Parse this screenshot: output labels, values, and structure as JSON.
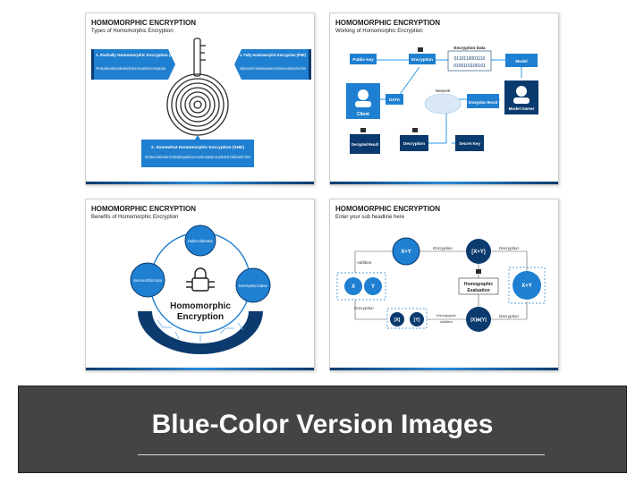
{
  "slides": [
    {
      "title": "HOMOMORPHIC ENCRYPTION",
      "subtitle": "Types of Homomorphic Encryption",
      "boxes": [
        {
          "heading": "1. Partially Homomorphic Encryption (PHE)",
          "body": "PHE only allows selected mathematical functions to be performed on encrypted data"
        },
        {
          "heading": "1. Fully Homomorphic Encryption (FHE)",
          "body": "It allows any kind of mathematical operation to be performed on unlimited number of times"
        },
        {
          "heading": "2. Somewhat Homomorphic Encryption (SHE)",
          "body": "SHE allows a limited number of mathematical operations up to a certain complexity to be performed for a limited number of times"
        }
      ]
    },
    {
      "title": "HOMOMORPHIC ENCRYPTION",
      "subtitle": "Working of Homomorphic Encryption",
      "labels": {
        "public_key": "Public Key",
        "encryption": "Encryption",
        "encryption_data": "Encryption Data",
        "binary_1": "0110110001110",
        "binary_2": "0100101100101",
        "model": "Model",
        "client": "Client",
        "data": "DATA",
        "network": "Network",
        "encryption_result": "Encryption Result",
        "model_owner": "Model Owner",
        "decrypted_result": "Decrypted Result",
        "decryption": "Decryption",
        "secret_key": "Secret Key"
      }
    },
    {
      "title": "HOMOMORPHIC ENCRYPTION",
      "subtitle": "Benefits of Homomorphic Encryption",
      "center_1": "Homomorphic",
      "center_2": "Encryption",
      "benefits": [
        "Enables Collaboration",
        "Allows Secure and Efficient Cloud use",
        "Ensures Regulatory Compliance"
      ]
    },
    {
      "title": "HOMOMORPHIC ENCRYPTION",
      "subtitle": "Enter your sub headline here",
      "labels": {
        "xy_top": "X+Y",
        "encryption": "Encryption",
        "enc_xy": "[X+Y]",
        "decryption": "Decryption",
        "addition": "Addition",
        "x": "X",
        "y": "Y",
        "homo_eval_1": "Homographic",
        "homo_eval_2": "Evaluation",
        "xy_right": "X+Y",
        "encryption_low": "Encryption",
        "enc_x": "[X]",
        "enc_y": "[Y]",
        "homo_add_1": "Homographic",
        "homo_add_2": "Addition",
        "enc_sum": "[X]⊕[Y]",
        "decryption_low": "Decryption"
      }
    }
  ],
  "banner": {
    "text": "Blue-Color Version Images"
  },
  "colors": {
    "dark_blue": "#0b3a6e",
    "mid_blue": "#1f7fd0",
    "light_blue": "#2a9ae8",
    "banner_bg": "#444444"
  }
}
